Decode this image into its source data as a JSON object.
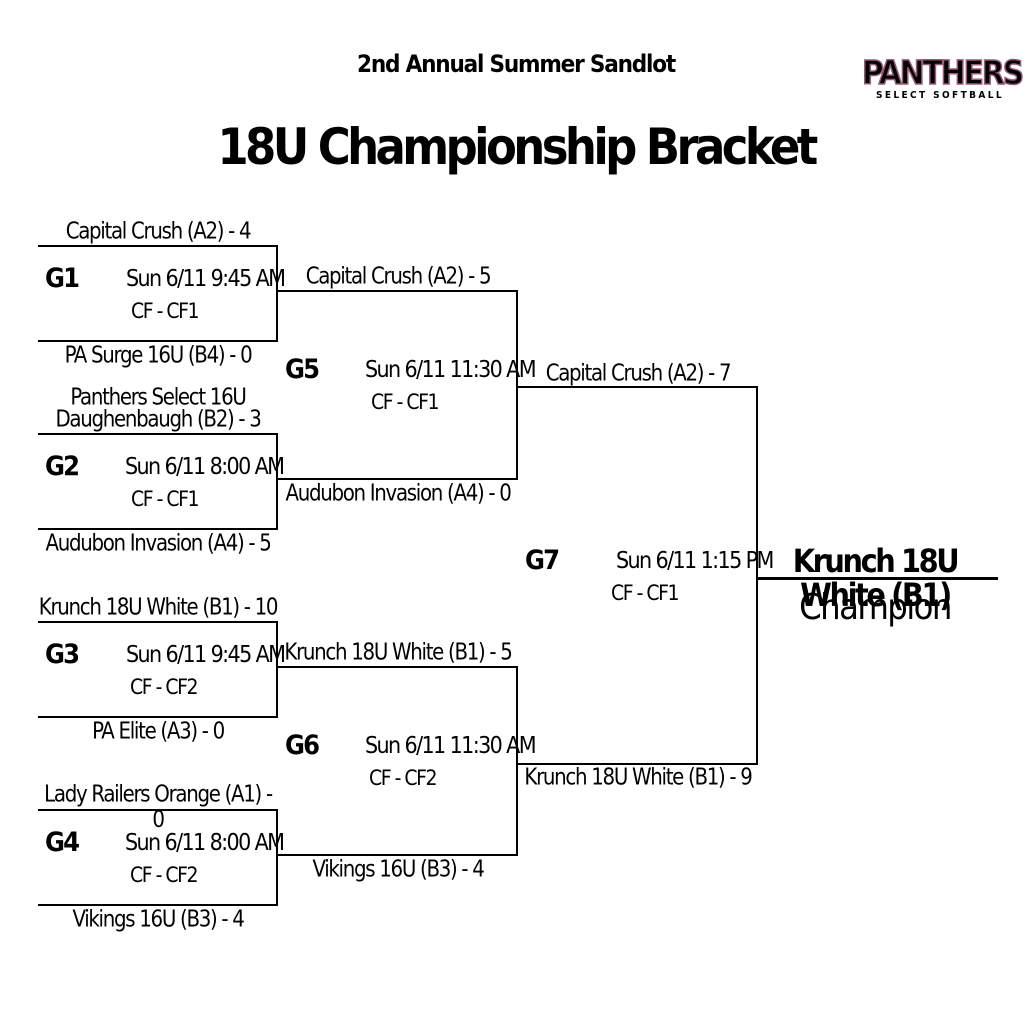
{
  "header": {
    "subtitle": "2nd Annual Summer Sandlot",
    "title": "18U Championship Bracket"
  },
  "logo": {
    "top": "PANTHERS",
    "bottom": "SELECT SOFTBALL"
  },
  "round1": {
    "g1": {
      "id": "G1",
      "time": "Sun 6/11  9:45 AM",
      "field": "CF - CF1",
      "top": "Capital Crush (A2) - 4",
      "bottom": "PA Surge 16U (B4) - 0"
    },
    "g2": {
      "id": "G2",
      "time": "Sun 6/11  8:00 AM",
      "field": "CF - CF1",
      "top_line1": "Panthers Select 16U",
      "top_line2": "Daughenbaugh (B2) - 3",
      "bottom": "Audubon Invasion (A4) - 5"
    },
    "g3": {
      "id": "G3",
      "time": "Sun 6/11  9:45 AM",
      "field": "CF - CF2",
      "top": "Krunch 18U White (B1) - 10",
      "bottom": "PA Elite (A3) - 0"
    },
    "g4": {
      "id": "G4",
      "time": "Sun 6/11  8:00 AM",
      "field": "CF - CF2",
      "top": "Lady Railers Orange (A1) - 0",
      "bottom": "Vikings 16U (B3) - 4"
    }
  },
  "round2": {
    "g5": {
      "id": "G5",
      "time": "Sun 6/11  11:30 AM",
      "field": "CF - CF1",
      "top": "Capital Crush (A2) - 5",
      "bottom": "Audubon Invasion (A4) - 0"
    },
    "g6": {
      "id": "G6",
      "time": "Sun 6/11  11:30 AM",
      "field": "CF - CF2",
      "top": "Krunch 18U White (B1) - 5",
      "bottom": "Vikings 16U (B3) - 4"
    }
  },
  "final": {
    "g7": {
      "id": "G7",
      "time": "Sun 6/11  1:15 PM",
      "field": "CF - CF1",
      "top": "Capital Crush (A2) - 7",
      "bottom": "Krunch 18U White (B1) - 9"
    }
  },
  "champion": {
    "team": "Krunch 18U White (B1)",
    "label": "Champion"
  }
}
